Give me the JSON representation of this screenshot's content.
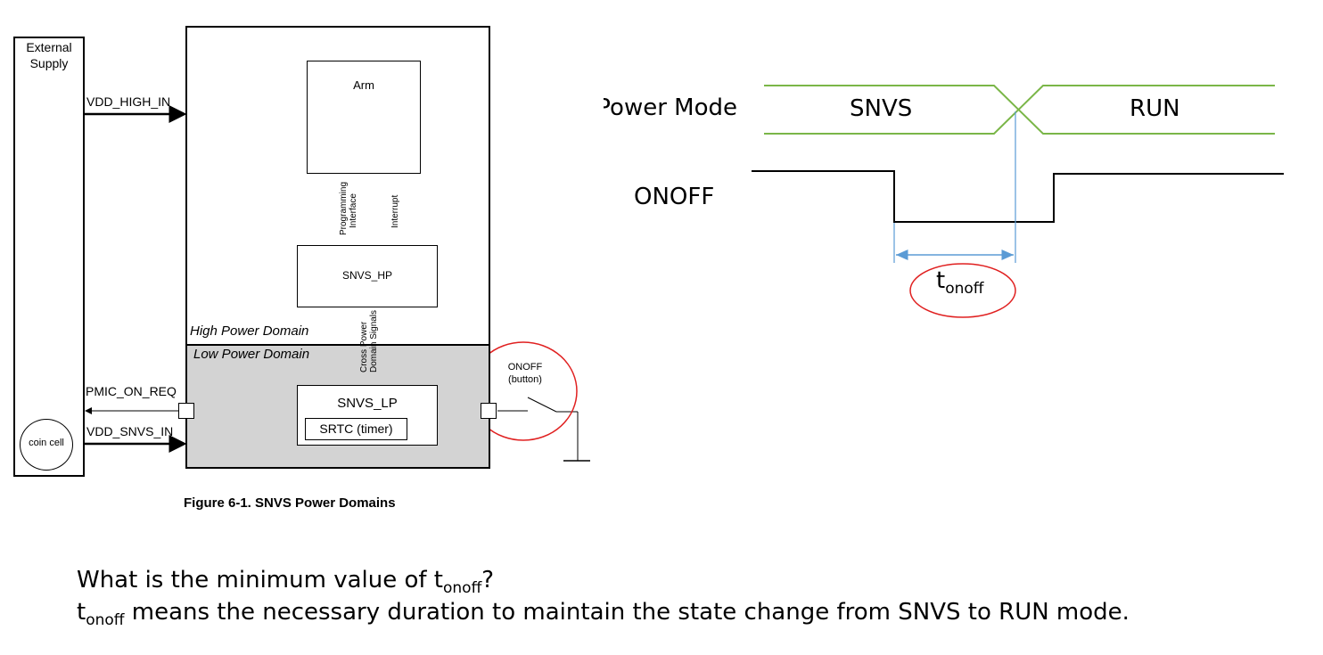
{
  "block_diagram": {
    "external_supply_line1": "External",
    "external_supply_line2": "Supply",
    "coin_cell": "coin cell",
    "vdd_high_in": "VDD_HIGH_IN",
    "pmic_on_req": "PMIC_ON_REQ",
    "vdd_snvs_in": "VDD_SNVS_IN",
    "arm": "Arm",
    "programming_interface_line1": "Programming",
    "programming_interface_line2": "Interface",
    "interrupt": "Interrupt",
    "snvs_hp": "SNVS_HP",
    "high_power_domain": "High Power Domain",
    "low_power_domain": "Low Power Domain",
    "cross_power_line1": "Cross Power",
    "cross_power_line2": "Domain Signals",
    "snvs_lp": "SNVS_LP",
    "srtc": "SRTC (timer)",
    "onoff_button_line1": "ONOFF",
    "onoff_button_line2": "(button)",
    "figure_caption": "Figure 6-1. SNVS Power Domains"
  },
  "timing": {
    "power_mode_label": "Power Mode",
    "state_snvs": "SNVS",
    "state_run": "RUN",
    "onoff_label": "ONOFF",
    "t_symbol": "t",
    "t_subscript": "onoff"
  },
  "question": {
    "line1_prefix": "What is the minimum value of t",
    "line1_sub": "onoff",
    "line1_suffix": "?",
    "line2_prefix": "t",
    "line2_sub": "onoff",
    "line2_suffix": " means the necessary duration to maintain the state change from SNVS to RUN mode."
  },
  "colors": {
    "green_signal": "#7ab648",
    "blue_marker": "#5b9bd5",
    "red_highlight": "#e02020",
    "low_domain_fill": "#d3d3d3"
  }
}
